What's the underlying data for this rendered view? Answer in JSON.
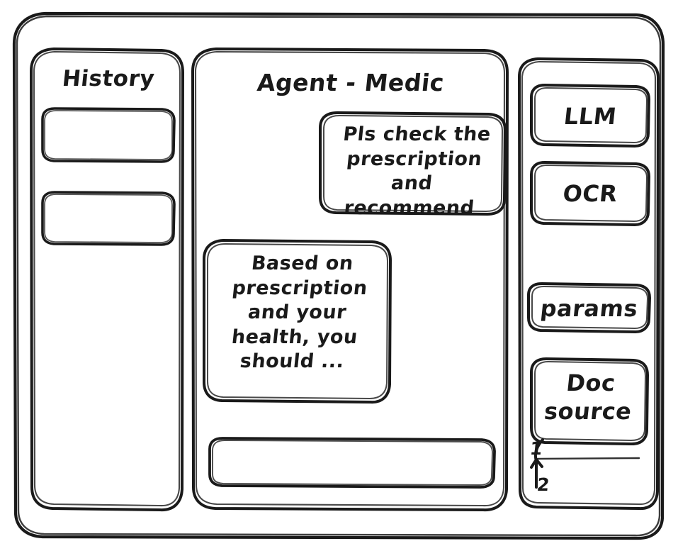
{
  "window": {
    "name": "app-window-frame"
  },
  "history_panel": {
    "title": "History",
    "items": [
      {
        "label": ""
      },
      {
        "label": ""
      }
    ]
  },
  "agent_panel": {
    "title": "Agent - Medic",
    "messages": [
      {
        "role": "user",
        "text": "Pls check the\nprescription\nand recommend"
      },
      {
        "role": "assistant",
        "text": "Based on\nprescription\nand your\nhealth, you\nshould ..."
      }
    ],
    "composer": {
      "value": "",
      "placeholder": ""
    }
  },
  "tools_panel": {
    "chips": [
      {
        "label": "LLM"
      },
      {
        "label": "OCR"
      },
      {
        "label": "params"
      },
      {
        "label": "Doc\nsource"
      }
    ],
    "doc_list": [
      {
        "label": "1"
      },
      {
        "label": "2"
      }
    ]
  },
  "colors": {
    "stroke": "#1a1a1a",
    "background": "#ffffff"
  }
}
